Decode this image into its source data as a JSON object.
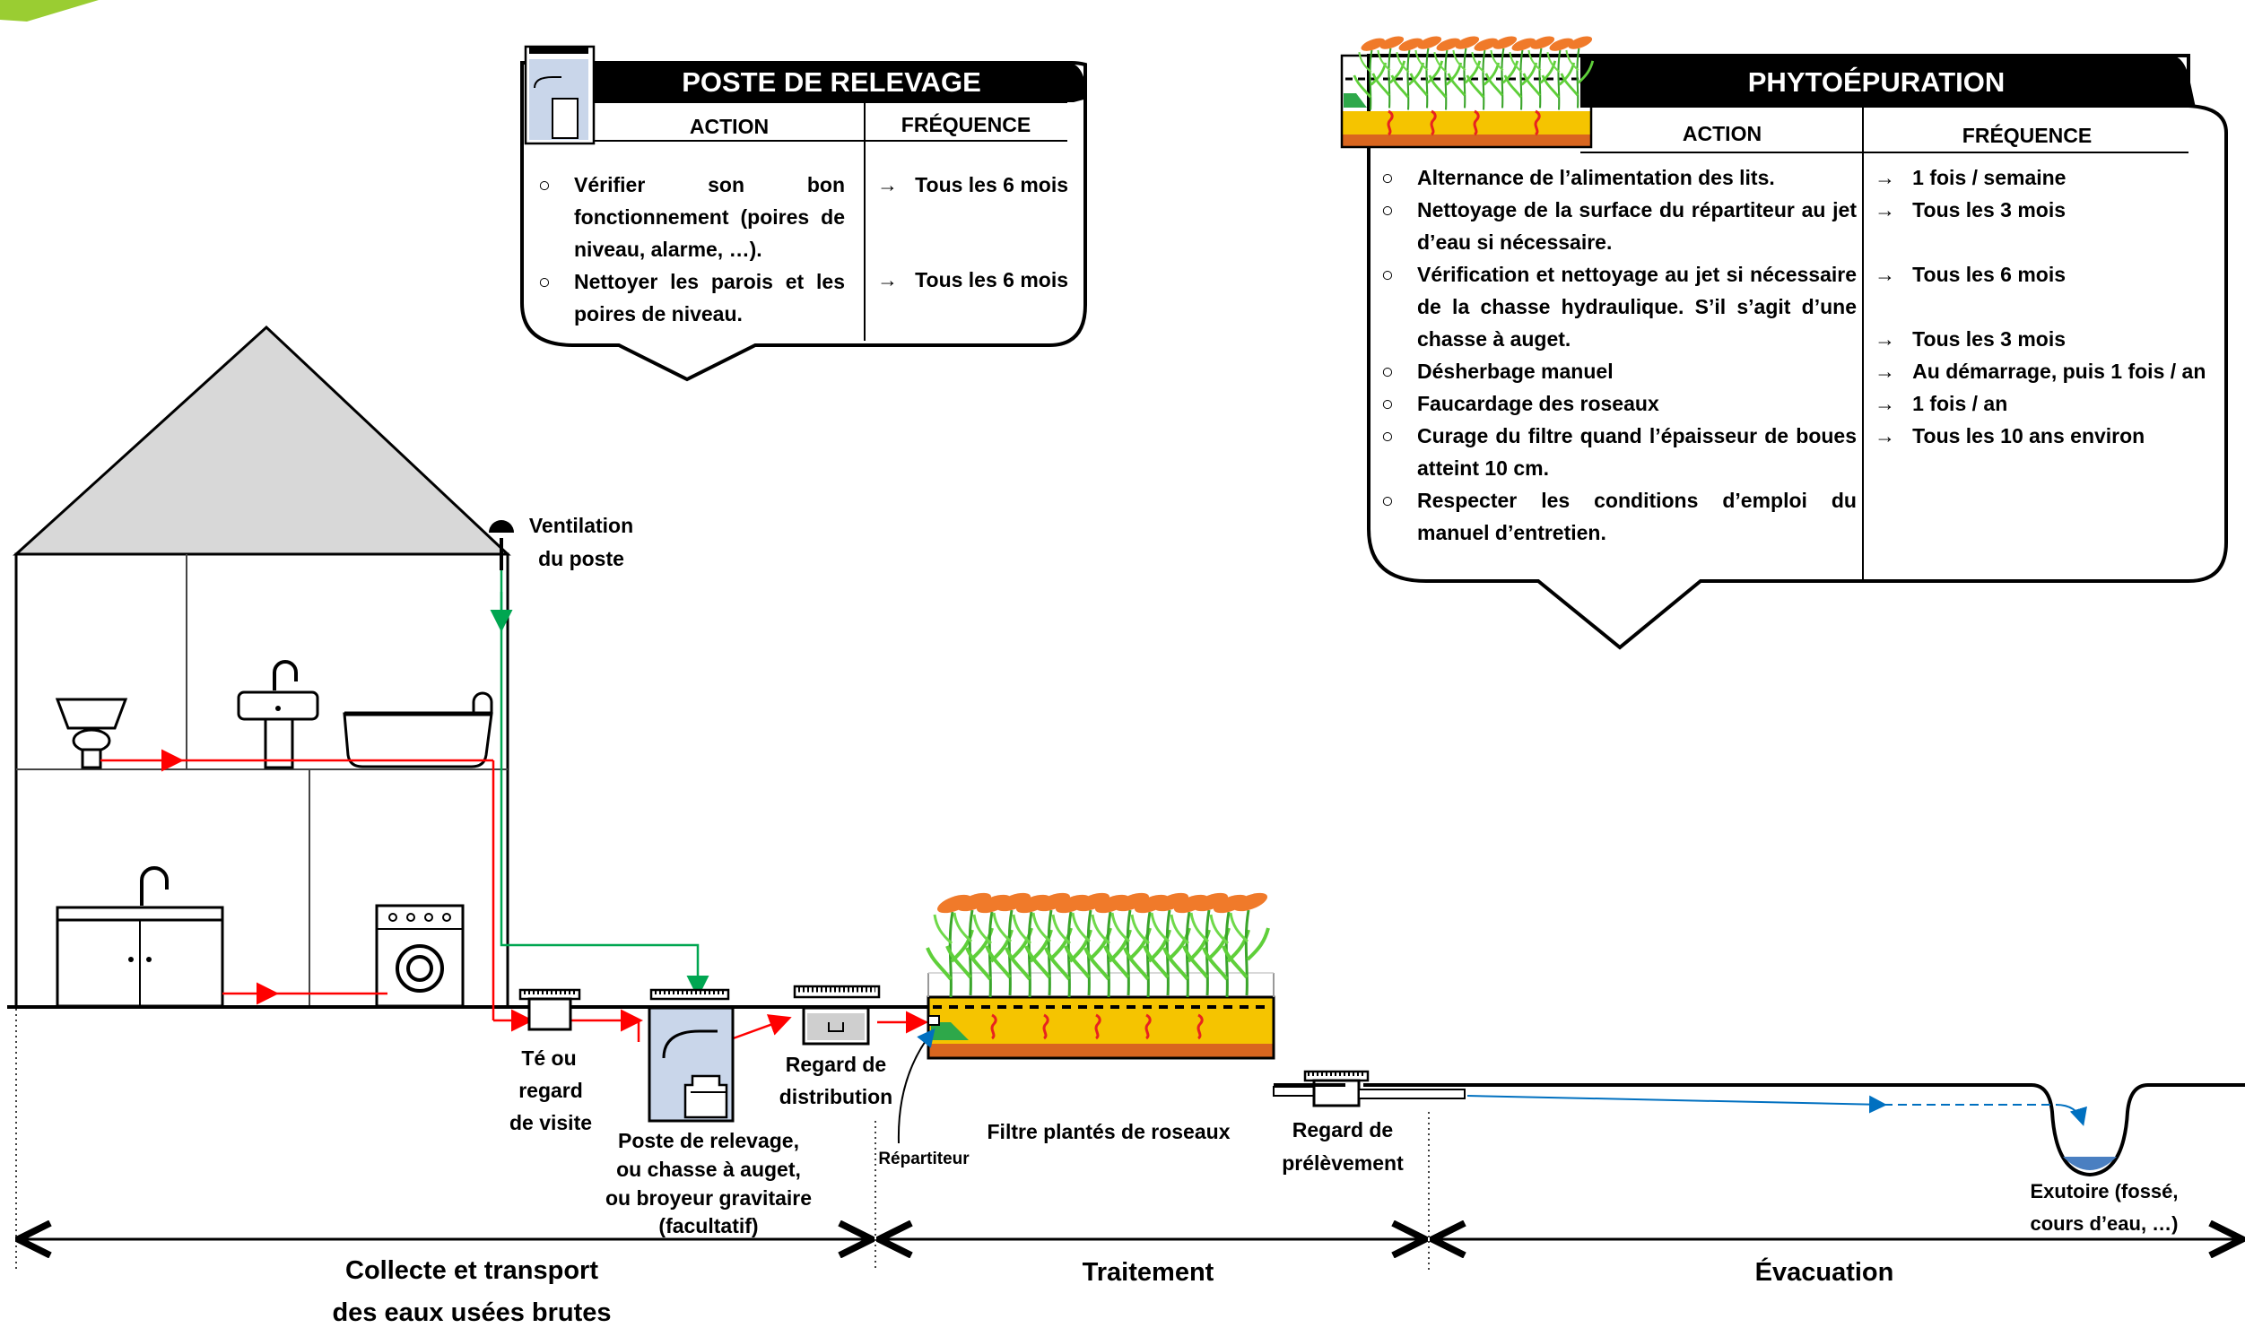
{
  "poste_relevage": {
    "title": "POSTE DE RELEVAGE",
    "col_action": "ACTION",
    "col_frequence": "FRÉQUENCE",
    "rows": [
      {
        "action": "Vérifier son bon fonctionnement (poires de niveau, alarme, …).",
        "frequence": "Tous les 6 mois"
      },
      {
        "action": "Nettoyer les parois et les poires de niveau.",
        "frequence": "Tous les 6 mois"
      }
    ]
  },
  "phyto": {
    "title": "PHYTOÉPURATION",
    "col_action": "ACTION",
    "col_frequence": "FRÉQUENCE",
    "actions": [
      "Alternance de l’alimentation des lits.",
      "Nettoyage de la surface du répartiteur au jet d’eau si nécessaire.",
      "Vérification et nettoyage au jet si nécessaire de la chasse hydraulique. S’il s’agit d’une chasse à auget.",
      "Désherbage manuel",
      "Faucardage des roseaux",
      "Curage du filtre quand l’épaisseur de boues atteint 10 cm.",
      "Respecter les conditions d’emploi du manuel d’entretien."
    ],
    "frequences": [
      "1 fois  / semaine",
      "Tous les 3 mois",
      "Tous les 6 mois",
      "Tous les 3 mois",
      "Au démarrage, puis 1 fois / an",
      "1 fois / an",
      "Tous les 10 ans environ"
    ]
  },
  "labels": {
    "ventilation_1": "Ventilation",
    "ventilation_2": "du poste",
    "te_1": "Té ou",
    "te_2": "regard",
    "te_3": "de visite",
    "poste_1": "Poste de relevage,",
    "poste_2": "ou chasse à auget,",
    "poste_3": "ou broyeur gravitaire",
    "poste_4": "(facultatif)",
    "distrib_1": "Regard de",
    "distrib_2": "distribution",
    "repartiteur": "Répartiteur",
    "filtre": "Filtre plantés de roseaux",
    "prelev_1": "Regard de",
    "prelev_2": "prélèvement",
    "exutoire_1": "Exutoire (fossé,",
    "exutoire_2": "cours d’eau, …)"
  },
  "sections": {
    "collecte_1": "Collecte et transport",
    "collecte_2": "des eaux usées brutes",
    "traitement": "Traitement",
    "evacuation": "Évacuation"
  },
  "colors": {
    "wastewater": "#ff0000",
    "ventilation": "#00a651",
    "treated": "#0070c0",
    "gravel": "#f5c400",
    "sand": "#d9661f",
    "reeds": "#5fcf3a",
    "flowers": "#f07a2a",
    "accent": "#9acd32"
  }
}
